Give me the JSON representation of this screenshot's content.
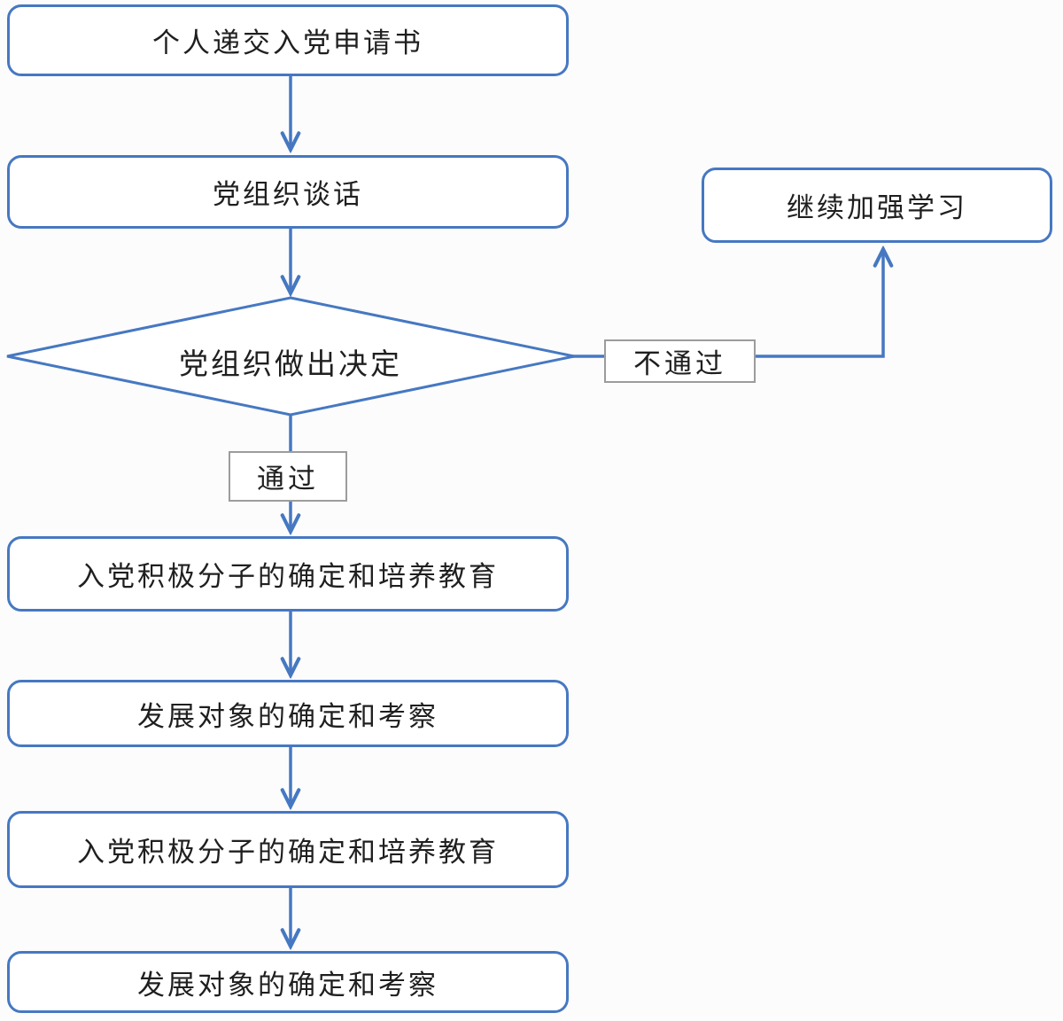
{
  "diagram": {
    "title_implicit": "入党流程图",
    "boxes": {
      "submit_application": "个人递交入党申请书",
      "org_talk": "党组织谈话",
      "org_decision": "党组织做出决定",
      "continue_study": "继续加强学习",
      "activist_confirm_1": "入党积极分子的确定和培养教育",
      "target_confirm_1": "发展对象的确定和考察",
      "activist_confirm_2": "入党积极分子的确定和培养教育",
      "target_confirm_2": "发展对象的确定和考察"
    },
    "edge_labels": {
      "pass": "通过",
      "fail": "不通过"
    },
    "edges": [
      {
        "from": "submit_application",
        "to": "org_talk",
        "label": ""
      },
      {
        "from": "org_talk",
        "to": "org_decision",
        "label": ""
      },
      {
        "from": "org_decision",
        "to": "activist_confirm_1",
        "label": "通过"
      },
      {
        "from": "org_decision",
        "to": "continue_study",
        "label": "不通过"
      },
      {
        "from": "activist_confirm_1",
        "to": "target_confirm_1",
        "label": ""
      },
      {
        "from": "target_confirm_1",
        "to": "activist_confirm_2",
        "label": ""
      },
      {
        "from": "activist_confirm_2",
        "to": "target_confirm_2",
        "label": ""
      }
    ],
    "colors": {
      "shape_stroke": "#4678c2",
      "connector_stroke": "#4678c2",
      "label_border": "#9c9c9c",
      "text": "#1f1f1f",
      "background": "#fcfcfc",
      "shape_fill": "#ffffff"
    }
  }
}
